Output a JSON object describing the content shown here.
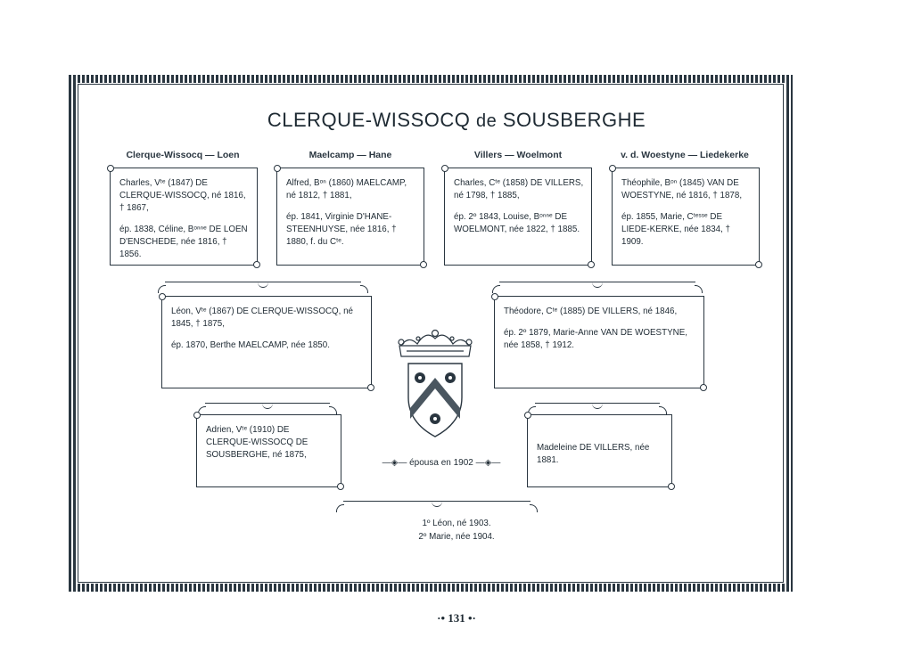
{
  "title": {
    "main": "CLERQUE-WISSOCQ",
    "particle": "de",
    "rest": "SOUSBERGHE"
  },
  "branches": [
    {
      "head": "Clerque-Wissocq — Loen",
      "lines": [
        "Charles, Vᵗᵉ (1847) DE CLERQUE-WISSOCQ, né 1816, † 1867,",
        "ép. 1838, Céline, Bᵒⁿⁿᵉ DE LOEN D'ENSCHEDE, née 1816, † 1856."
      ]
    },
    {
      "head": "Maelcamp — Hane",
      "lines": [
        "Alfred, Bᵒⁿ (1860) MAELCAMP, né 1812, † 1881,",
        "ép. 1841, Virginie D'HANE-STEENHUYSE, née 1816, † 1880, f. du Cᵗᵉ."
      ]
    },
    {
      "head": "Villers — Woelmont",
      "lines": [
        "Charles, Cᵗᵉ (1858) DE VILLERS, né 1798, † 1885,",
        "ép. 2º 1843, Louise, Bᵒⁿⁿᵉ DE WOELMONT, née 1822, † 1885."
      ]
    },
    {
      "head": "v. d. Woestyne — Liedekerke",
      "lines": [
        "Théophile, Bᵒⁿ (1845) VAN DE WOESTYNE, né 1816, † 1878,",
        "ép. 1855, Marie, Cᵗᵉˢˢᵉ DE LIEDE-KERKE, née 1834, † 1909."
      ]
    }
  ],
  "second_gen": [
    {
      "lines": [
        "Léon, Vᵗᵉ (1867) DE CLERQUE-WISSOCQ, né 1845, † 1875,",
        "ép. 1870, Berthe MAELCAMP, née 1850."
      ]
    },
    {
      "lines": [
        "Théodore, Cᵗᵉ (1885) DE VILLERS, né 1846,",
        "ép. 2º 1879, Marie-Anne VAN DE WOESTYNE, née 1858, † 1912."
      ]
    }
  ],
  "third_gen": [
    {
      "lines": [
        "Adrien, Vᵗᵉ (1910) DE CLERQUE-WISSOCQ DE SOUSBERGHE, né 1875,"
      ]
    },
    {
      "lines": [
        "Madeleine DE VILLERS, née 1881."
      ]
    }
  ],
  "married_label": "épousa en 1902",
  "children": [
    "1º Léon, né 1903.",
    "2º Marie, née 1904."
  ],
  "page_number": "131",
  "coat_of_arms": {
    "icon": "coat-of-arms-icon",
    "crown": "coronet-icon"
  }
}
